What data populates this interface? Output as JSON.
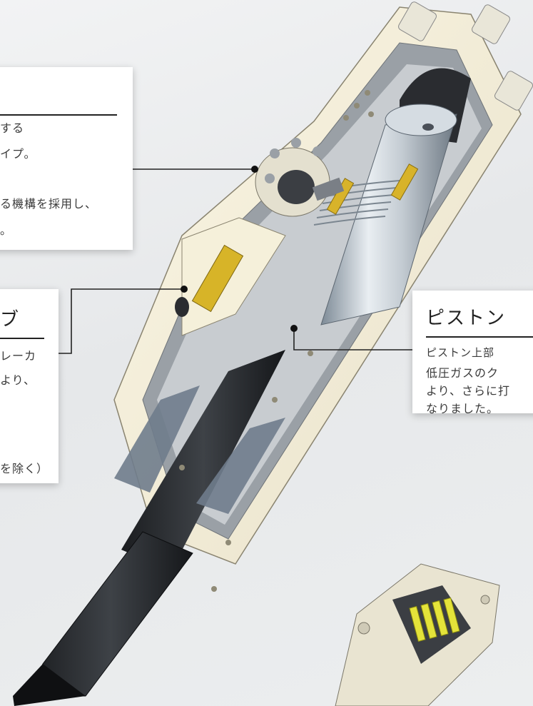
{
  "callout_top": {
    "lines": [
      "する",
      "イプ。",
      "る機構を採用し、",
      "。"
    ]
  },
  "callout_valve": {
    "title": "ブ",
    "lines": [
      "レーカ",
      "より、",
      "を除く）"
    ]
  },
  "callout_piston": {
    "title": "ピストン",
    "lines": [
      "ピストン上部",
      "低圧ガスのク",
      "より、さらに打",
      "なりました。"
    ]
  }
}
